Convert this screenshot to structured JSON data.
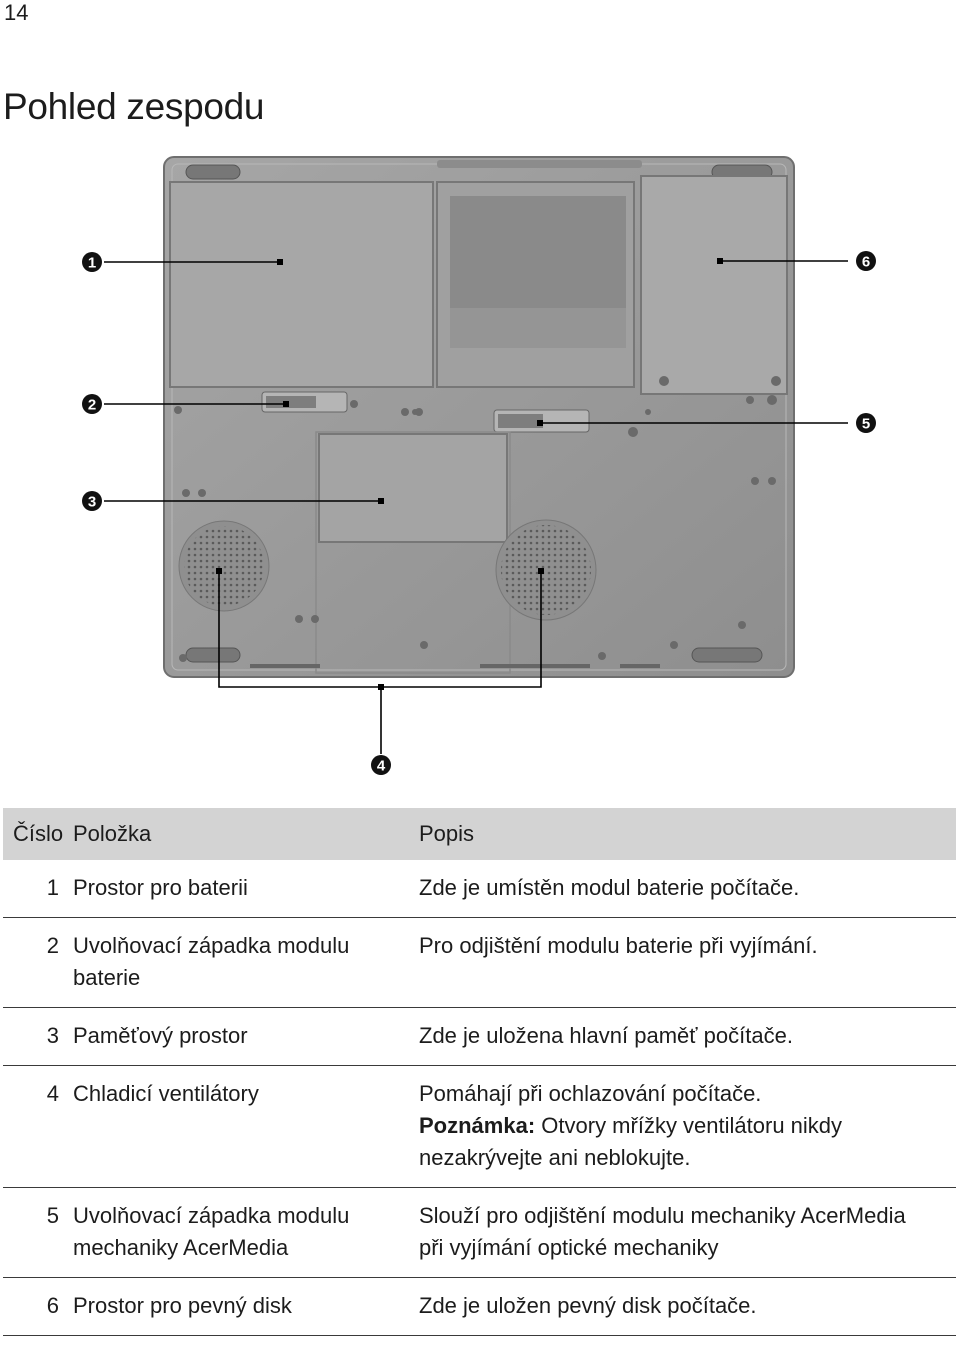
{
  "page": {
    "number": "14",
    "title": "Pohled zespodu"
  },
  "figure": {
    "callouts": [
      "1",
      "2",
      "3",
      "4",
      "5",
      "6"
    ],
    "colors": {
      "chassis": "#9a9a9a",
      "panel": "#a9a9a9",
      "line": "#000000"
    }
  },
  "table": {
    "headers": {
      "number": "Číslo",
      "item": "Položka",
      "description": "Popis"
    },
    "rows": [
      {
        "number": "1",
        "item": "Prostor pro baterii",
        "description": "Zde je umístěn modul baterie počítače.",
        "note_label": "",
        "note": ""
      },
      {
        "number": "2",
        "item": "Uvolňovací západka modulu baterie",
        "description": "Pro odjištění modulu baterie při vyjímání.",
        "note_label": "",
        "note": ""
      },
      {
        "number": "3",
        "item": "Paměťový prostor",
        "description": "Zde je uložena hlavní paměť počítače.",
        "note_label": "",
        "note": ""
      },
      {
        "number": "4",
        "item": "Chladicí ventilátory",
        "description": "Pomáhají při ochlazování počítače.",
        "note_label": "Poznámka:",
        "note": "Otvory mřížky ventilátoru nikdy nezakrývejte ani neblokujte."
      },
      {
        "number": "5",
        "item": "Uvolňovací západka modulu mechaniky AcerMedia",
        "description": "Slouží pro odjištění modulu mechaniky AcerMedia při vyjímání optické mechaniky",
        "note_label": "",
        "note": ""
      },
      {
        "number": "6",
        "item": "Prostor pro pevný disk",
        "description": "Zde je uložen pevný disk počítače.",
        "note_label": "",
        "note": ""
      }
    ]
  }
}
